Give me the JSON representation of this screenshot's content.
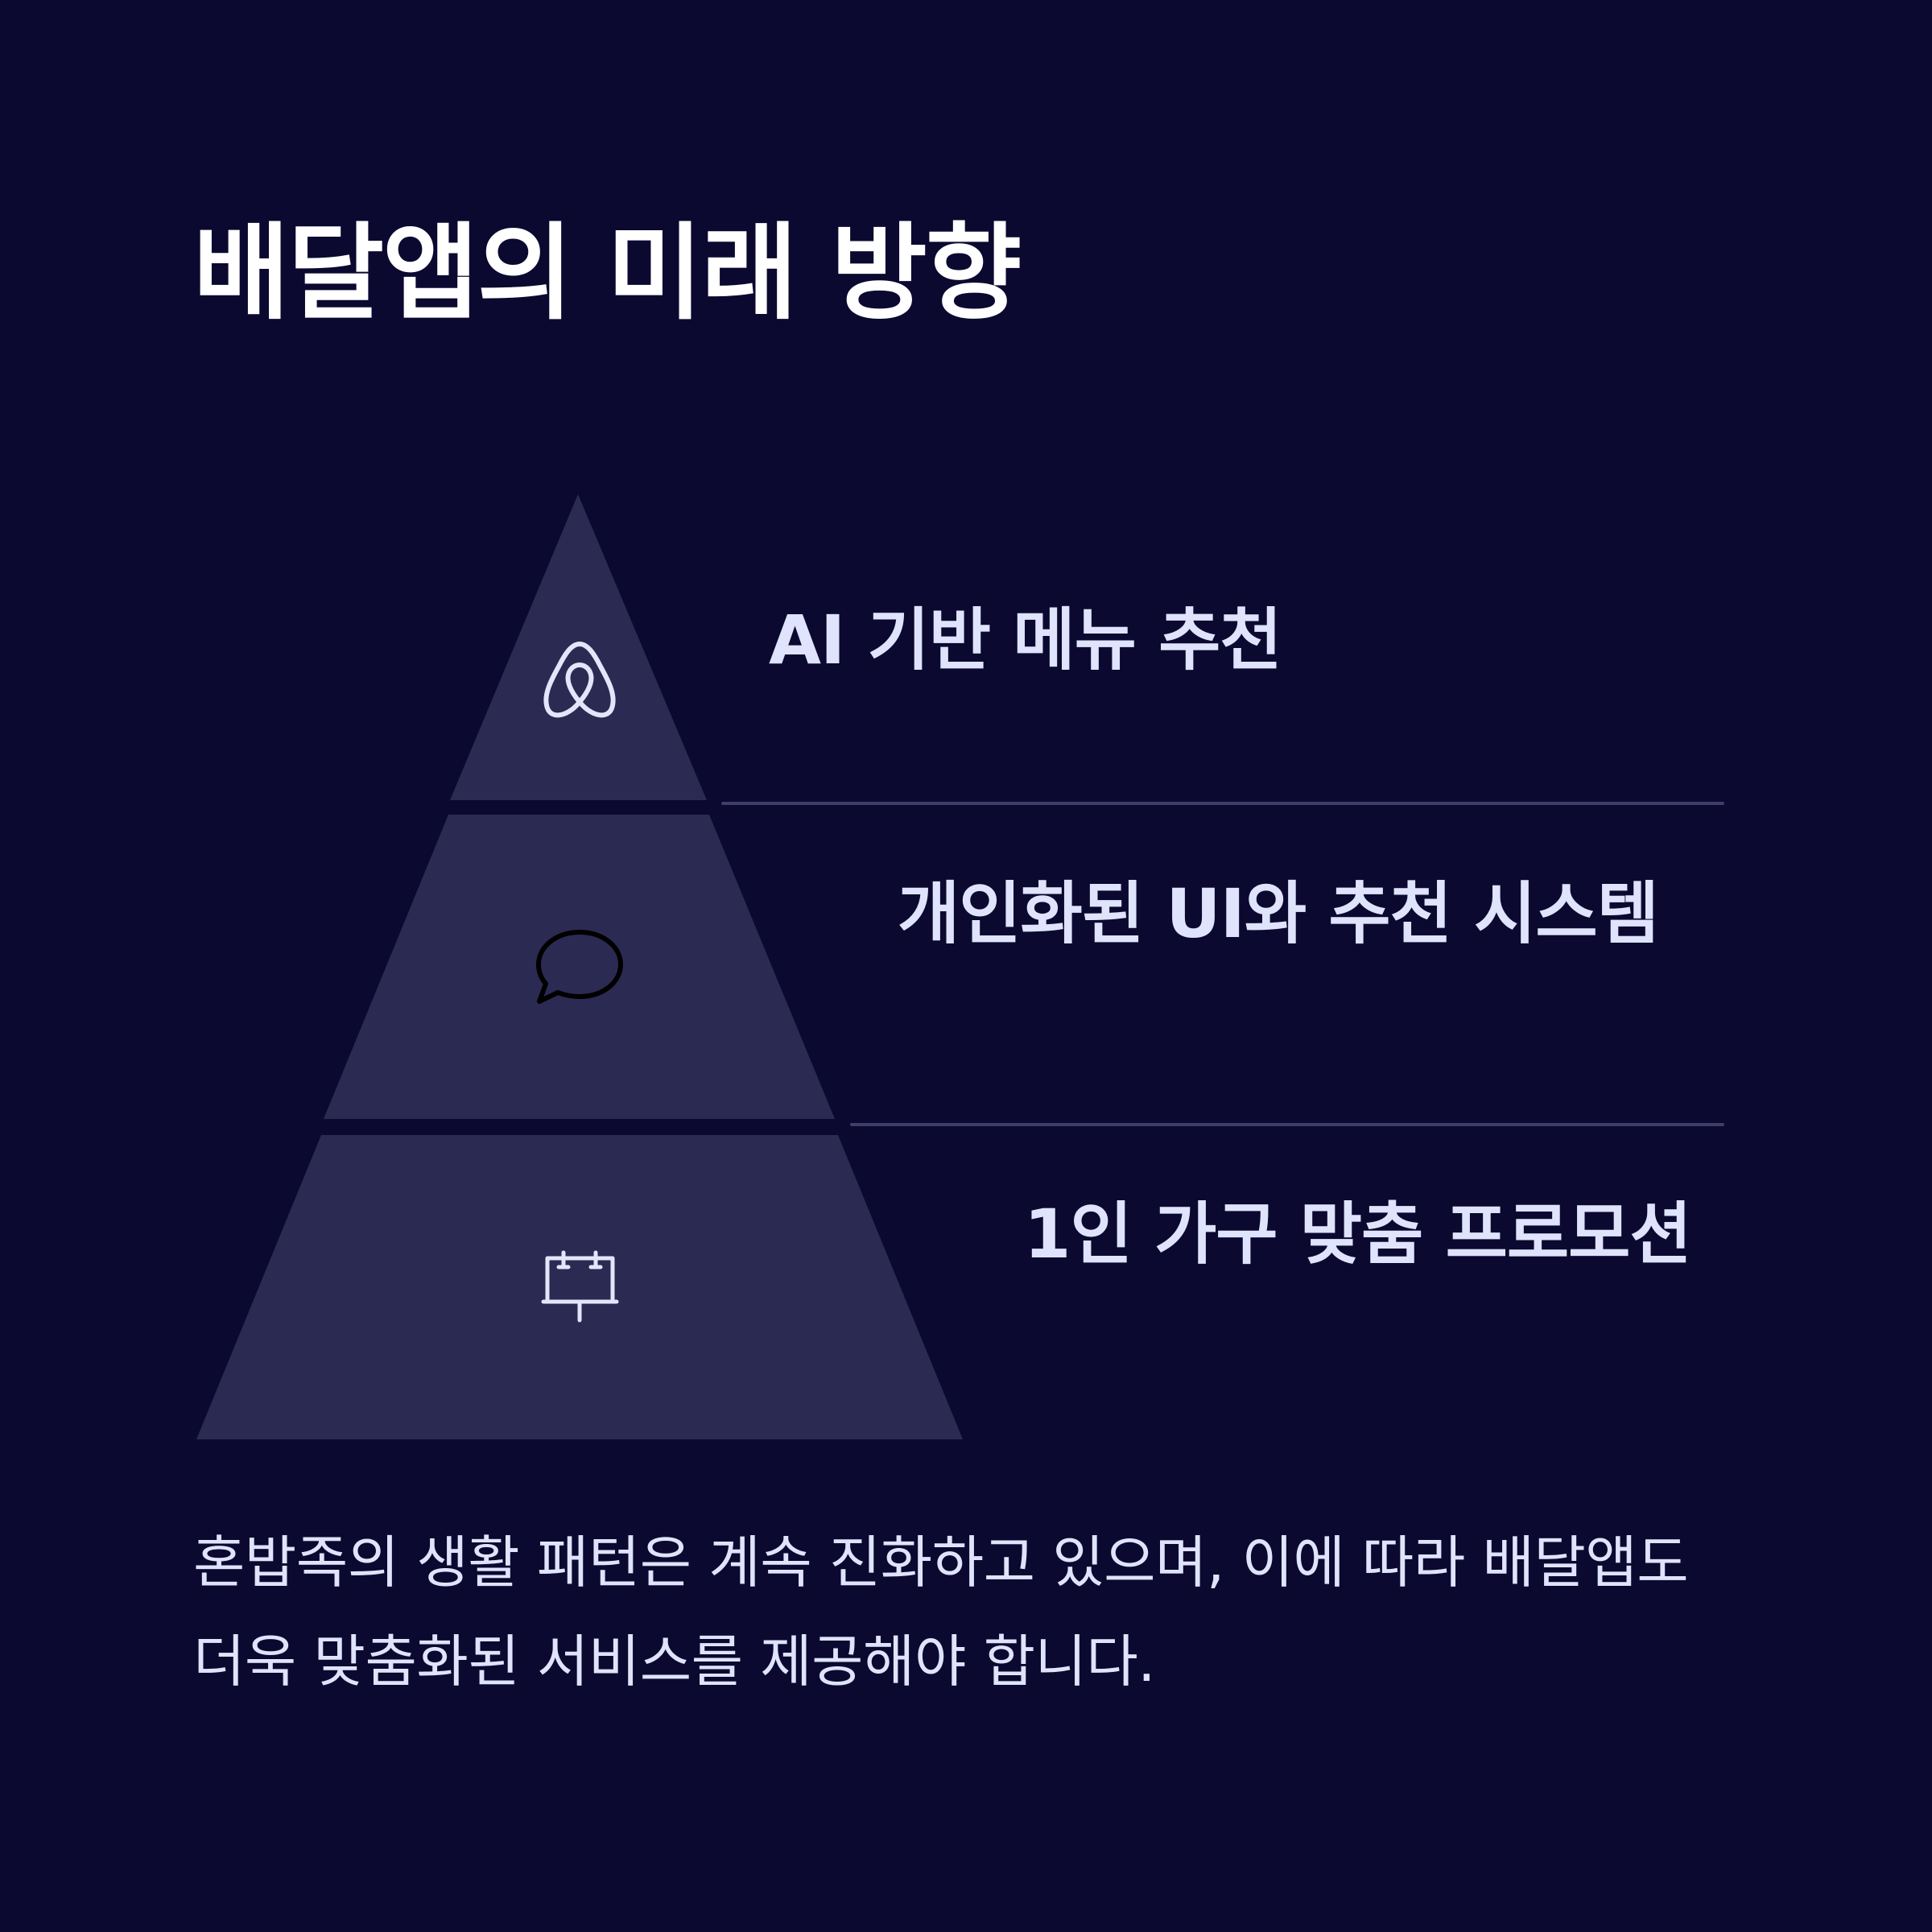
{
  "title": "배달앱의 미래 방향",
  "tiers": [
    {
      "label": "AI 기반 메뉴 추천",
      "icon": "airbnb-logo-icon"
    },
    {
      "label": "개인화된 UI와 추천 시스템",
      "icon": "chat-bubble-icon"
    },
    {
      "label": "1인 가구 맞춤 프로모션",
      "icon": "presentation-board-icon"
    }
  ],
  "description": "혼밥족의 생활 패턴은 계속 진화하고 있으며, 이에 따라 배달앱도 더욱 맞춤화된 서비스를 제공해야 합니다.",
  "colors": {
    "background": "#0b0930",
    "tier_fill": "#2b2a52",
    "divider": "#3f3d6a",
    "title_text": "#ffffff",
    "label_text": "#dfe3fb",
    "icon_light": "#e3e6fb",
    "icon_dark": "#000000"
  }
}
